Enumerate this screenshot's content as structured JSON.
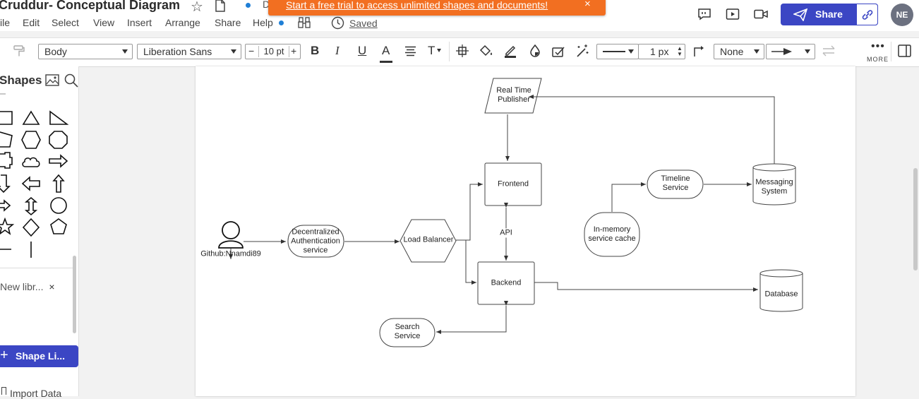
{
  "title": "Cruddur- Conceptual Diagram",
  "menu": [
    "ile",
    "Edit",
    "Select",
    "View",
    "Insert",
    "Arrange",
    "Share",
    "Help"
  ],
  "saved_status": "Saved",
  "promo": {
    "text": "Start a free trial to access unlimited shapes and documents!",
    "close": "×"
  },
  "share": {
    "label": "Share"
  },
  "user_initials": "NE",
  "toolbar": {
    "style": "Body",
    "font": "Liberation Sans",
    "font_size": "10 pt",
    "minus": "−",
    "plus": "+",
    "line_width": "1 px",
    "line_end": "None",
    "more": "MORE",
    "bold": "B",
    "italic": "I",
    "underline": "U",
    "color_a": "A",
    "text_t": "T"
  },
  "left_panel": {
    "shapes_title": "Shapes",
    "new_library": "New libr...",
    "new_library_close": "×",
    "shape_library_button": "Shape Li...",
    "import_data": "Import Data"
  },
  "diagram": {
    "nodes": {
      "realtime_publisher": [
        "Real Time",
        "Publisher"
      ],
      "frontend": [
        "Frontend"
      ],
      "timeline_service": [
        "Timeline",
        "Service"
      ],
      "messaging_system": [
        "Messaging",
        "System"
      ],
      "decentralized_auth": [
        "Decentralized",
        "Authentication",
        "service"
      ],
      "load_balancer": [
        "Load Balancer"
      ],
      "in_memory_cache": [
        "In-memory",
        "service cache"
      ],
      "backend": [
        "Backend"
      ],
      "database": [
        "Database"
      ],
      "search_service": [
        "Search",
        "Service"
      ],
      "user": [
        "Github:Nnamdi89"
      ]
    },
    "edge_labels": {
      "api": "API"
    }
  },
  "colors": {
    "accent": "#3b46c4",
    "promo": "#f26f21",
    "avatar": "#6c7180"
  }
}
